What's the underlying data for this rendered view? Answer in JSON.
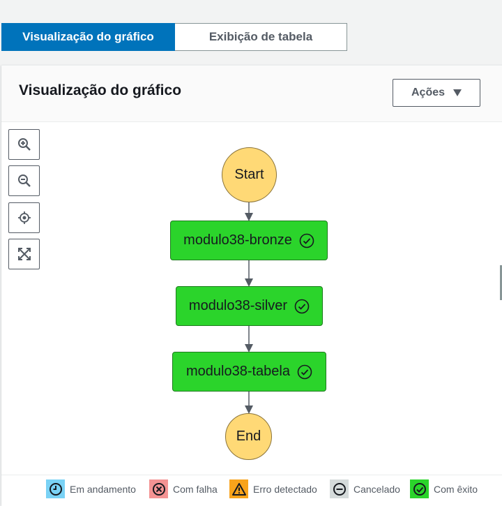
{
  "tabs": [
    {
      "label": "Visualização do gráfico",
      "active": true
    },
    {
      "label": "Exibição de tabela",
      "active": false
    }
  ],
  "panel": {
    "title": "Visualização do gráfico",
    "actions_label": "Ações"
  },
  "zoom_controls": [
    "zoom-in-icon",
    "zoom-out-icon",
    "center-icon",
    "fit-icon"
  ],
  "graph": {
    "start_label": "Start",
    "end_label": "End",
    "steps": [
      "modulo38-bronze",
      "modulo38-silver",
      "modulo38-tabela"
    ]
  },
  "legend": [
    {
      "label": "Em andamento",
      "color": "#7ad2f5",
      "icon": "clock-icon"
    },
    {
      "label": "Com falha",
      "color": "#f49393",
      "icon": "x-circle-icon"
    },
    {
      "label": "Erro detectado",
      "color": "#f8a31b",
      "icon": "warning-icon"
    },
    {
      "label": "Cancelado",
      "color": "#d5dbdb",
      "icon": "minus-circle-icon"
    },
    {
      "label": "Com êxito",
      "color": "#2bd42b",
      "icon": "check-circle-icon"
    }
  ],
  "colors": {
    "accent": "#0073bb",
    "start_end_fill": "#ffd976",
    "success_fill": "#2bd42b"
  }
}
